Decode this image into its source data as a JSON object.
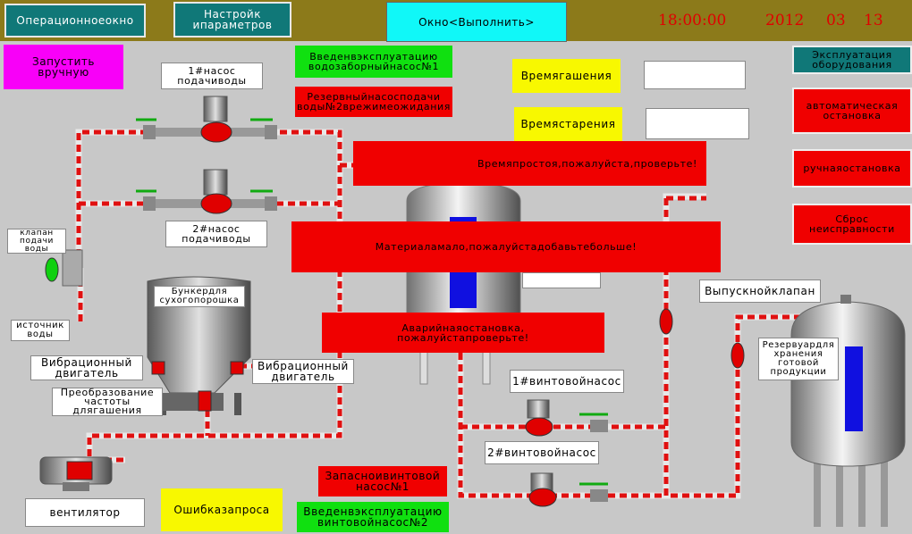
{
  "topbar": {
    "operation_window": "Операционноеокно",
    "settings_label": "Настройк\nипараметров",
    "run_window": "Окно<Выполнить>",
    "time": "18:00:00",
    "year": "2012",
    "month": "03",
    "day": "13"
  },
  "buttons": {
    "start_manual": "Запустить\nвручную",
    "exploitation": "Эксплуатация\nоборудования",
    "auto_stop": "автоматическая\nостановка",
    "manual_stop": "ручнаяостановка",
    "reset_fault": "Сброс\nнеисправности",
    "fan": "вентилятор",
    "request_error": "Ошибказапроса"
  },
  "labels": {
    "pump1": "1#насос\nподачиводы",
    "pump2": "2#насос\nподачиводы",
    "intake_pump1_on": "Введенвэксплуатацию\nводозаборныйнасос№1",
    "reserve_pump2": "Резервныйнасосподачи\nводы№2врежимеожидания",
    "quench_time": "Времягашения",
    "aging_time": "Времястарения",
    "valve_water": "клапан\nподачи\nводы",
    "water_source": "источник\nводы",
    "hopper": "Бункердля\nсухогопорошка",
    "vibro_left": "Вибрационный\nдвигатель",
    "vibro_right": "Вибрационный\nдвигатель",
    "freq_conv": "Преобразование\nчастоты\nдлягашения",
    "screw1": "1#винтовойнасос",
    "screw2": "2#винтовойнасос",
    "outlet_valve": "Выпускнойклапан",
    "reservoir": "Резервуардля\nхранения\nготовой\nпродукции",
    "spare_screw1": "Запасноивинтовой\nнасос№1",
    "screw2_on": "Введенвэксплуатацию\nвинтовойнасос№2"
  },
  "alarms": {
    "idle_time": "Времяпростоя,пожалуйста,проверьте!",
    "low_material": "Материаламало,пожалуйстадобавьтебольше!",
    "emergency_stop": "Аварийнаяостановка,\nпожалуйстапроверьте!"
  },
  "inputs": {
    "quench_value": "",
    "aging_value": ""
  },
  "colors": {
    "background": "#c8c8c8",
    "topbar": "#8c7a1a",
    "alarm_red": "#f00000",
    "ok_green": "#10e010",
    "pipe_red": "#e01010"
  }
}
